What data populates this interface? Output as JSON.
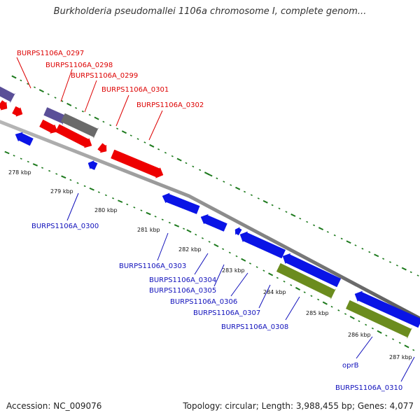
{
  "title": "Burkholderia pseudomallei 1106a chromosome I, complete genom...",
  "footer": {
    "accession": "Accession: NC_009076",
    "topology": "Topology: circular; Length: 3,988,455 bp; Genes: 4,077"
  },
  "colors": {
    "forward_gene": "#ee0000",
    "reverse_gene": "#0a14e6",
    "rrna": "#6b8c1e",
    "other_gene": "#5a4f98",
    "gray_gene": "#6a6a6a",
    "backbone": "#888888",
    "tick_marks": "#1d7a1d",
    "forward_label": "#dd0000",
    "reverse_label": "#1010bb"
  },
  "ticks": [
    "278 kbp",
    "279 kbp",
    "280 kbp",
    "281 kbp",
    "282 kbp",
    "283 kbp",
    "284 kbp",
    "285 kbp",
    "286 kbp",
    "287 kbp"
  ],
  "forward_labels": [
    "BURPS1106A_0297",
    "BURPS1106A_0298",
    "BURPS1106A_0299",
    "BURPS1106A_0301",
    "BURPS1106A_0302"
  ],
  "reverse_labels": [
    "BURPS1106A_0300",
    "BURPS1106A_0303",
    "BURPS1106A_0304",
    "BURPS1106A_0305",
    "BURPS1106A_0306",
    "BURPS1106A_0307",
    "BURPS1106A_0308",
    "oprB",
    "BURPS1106A_0310"
  ]
}
